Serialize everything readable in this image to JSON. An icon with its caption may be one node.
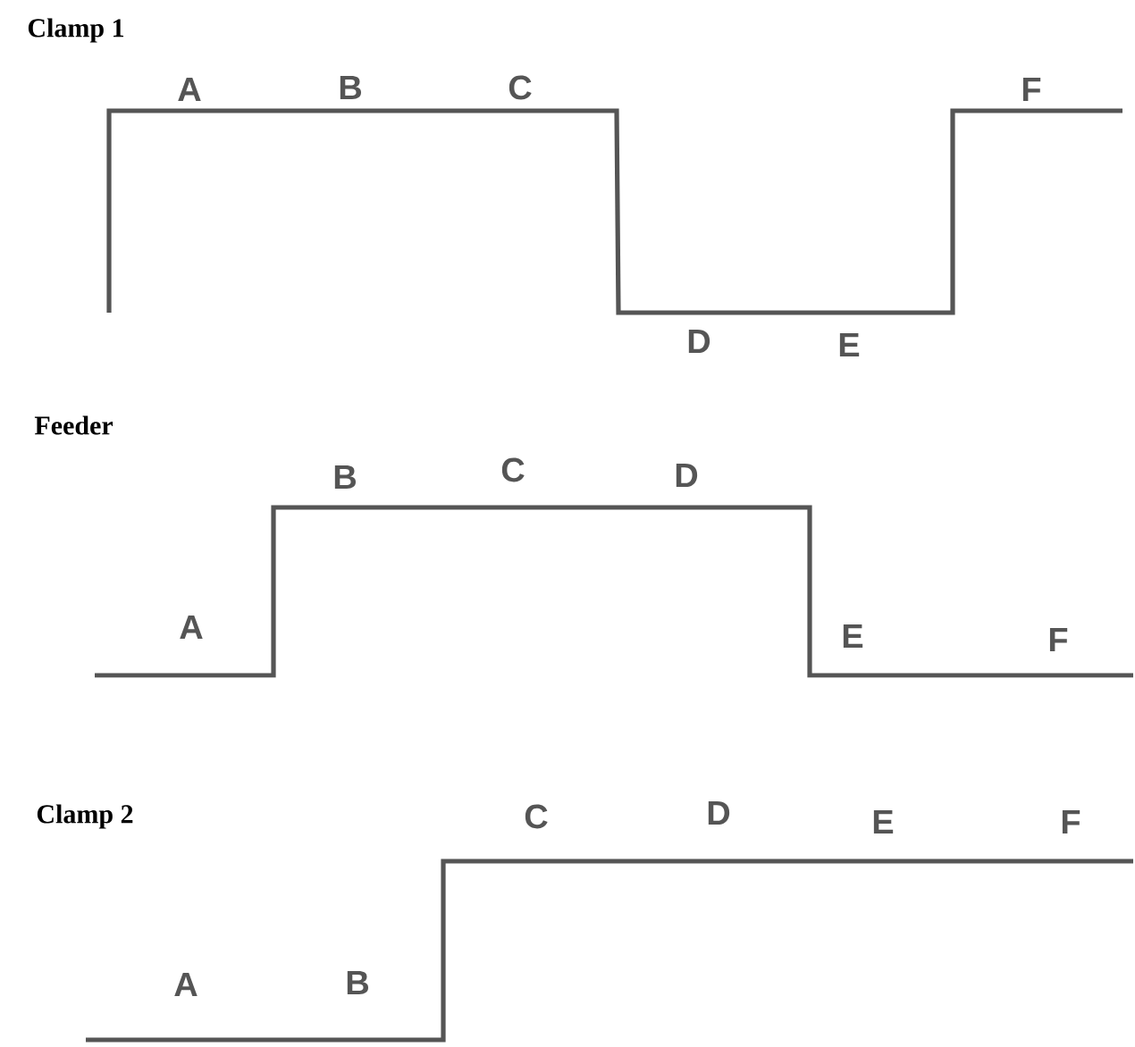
{
  "diagram": {
    "labels": [
      "Clamp 1",
      "A",
      "B",
      "C",
      "F",
      "D",
      "E",
      "Feeder",
      "B",
      "C",
      "D",
      "A",
      "E",
      "F",
      "Clamp 2",
      "C",
      "D",
      "E",
      "F",
      "A",
      "B"
    ]
  }
}
